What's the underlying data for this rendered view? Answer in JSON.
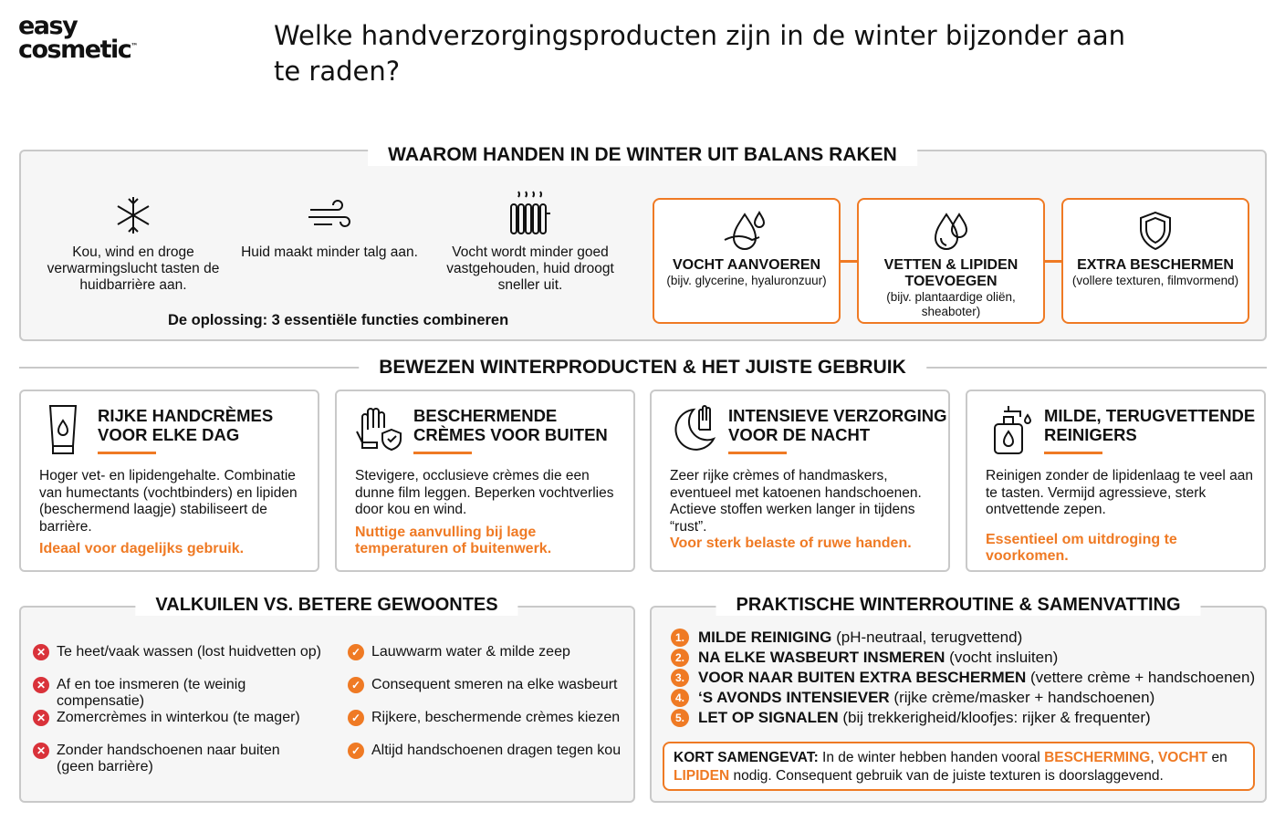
{
  "logo": {
    "line1": "easy",
    "line2": "cosmetic",
    "tm": "™"
  },
  "title": "Welke handverzorgingsproducten zijn in de winter bijzonder aan te raden?",
  "colors": {
    "accent": "#ef7a24",
    "bad": "#d9323a",
    "good": "#ef7a24",
    "border": "#c9c9c9"
  },
  "why": {
    "title": "WAAROM HANDEN IN DE WINTER UIT BALANS RAKEN",
    "causes": [
      {
        "icon": "snowflake-icon",
        "text": "Kou, wind en droge verwarmingslucht tasten de huidbarrière aan."
      },
      {
        "icon": "wind-icon",
        "text": "Huid maakt minder talg aan."
      },
      {
        "icon": "radiator-icon",
        "text": "Vocht wordt minder goed vastgehouden, huid droogt sneller uit."
      }
    ],
    "solution": "De oplossing: 3 essentiële functies combineren",
    "functions": [
      {
        "icon": "water-drop-arrow-icon",
        "title": "VOCHT AANVOEREN",
        "sub": "(bijv. glycerine, hyaluronzuur)"
      },
      {
        "icon": "oil-drops-icon",
        "title": "VETTEN & LIPIDEN TOEVOEGEN",
        "sub": "(bijv. plantaardige oliën, sheaboter)"
      },
      {
        "icon": "shield-icon",
        "title": "EXTRA BESCHERMEN",
        "sub": "(vollere texturen, filmvormend)"
      }
    ]
  },
  "products": {
    "title": "BEWEZEN WINTERPRODUCTEN & HET JUISTE GEBRUIK",
    "cards": [
      {
        "icon": "cream-tube-icon",
        "title": "RIJKE HANDCRÈMES VOOR ELKE DAG",
        "text": "Hoger vet- en lipidengehalte. Combinatie van humectants (vochtbinders) en lipiden (beschermend laagje) stabiliseert de barrière.",
        "highlight": "Ideaal voor dagelijks gebruik."
      },
      {
        "icon": "glove-shield-icon",
        "title": "BESCHERMENDE CRÈMES VOOR BUITEN",
        "text": "Stevigere, occlusieve crèmes die een dunne film leggen. Beperken vochtverlies door kou en wind.",
        "highlight": "Nuttige aanvulling bij lage temperaturen of buitenwerk."
      },
      {
        "icon": "moon-hand-icon",
        "title": "INTENSIEVE VERZORGING VOOR DE NACHT",
        "text": "Zeer rijke crèmes of handmaskers, eventueel met katoenen handschoenen. Actieve stoffen werken langer in tijdens “rust”.",
        "highlight": "Voor sterk belaste of ruwe handen."
      },
      {
        "icon": "soap-pump-icon",
        "title": "MILDE, TERUGVETTENDE REINIGERS",
        "text": "Reinigen zonder de lipidenlaag te veel aan te tasten. Vermijd agressieve, sterk ontvettende zepen.",
        "highlight": "Essentieel om uitdroging te voorkomen."
      }
    ]
  },
  "habits": {
    "title": "VALKUILEN VS. BETERE GEWOONTES",
    "bad": [
      "Te heet/vaak wassen (lost huidvetten op)",
      "Af en toe insmeren (te weinig compensatie)",
      "Zomercrèmes in winterkou (te mager)",
      "Zonder handschoenen naar buiten (geen barrière)"
    ],
    "good": [
      "Lauwwarm water & milde zeep",
      "Consequent smeren na elke wasbeurt",
      "Rijkere, beschermende crèmes kiezen",
      "Altijd handschoenen dragen tegen kou"
    ]
  },
  "routine": {
    "title": "PRAKTISCHE WINTERROUTINE & SAMENVATTING",
    "steps": [
      {
        "n": "1.",
        "bold": "MILDE REINIGING",
        "rest": " (pH-neutraal, terugvettend)"
      },
      {
        "n": "2.",
        "bold": "NA ELKE WASBEURT INSMEREN",
        "rest": " (vocht insluiten)"
      },
      {
        "n": "3.",
        "bold": "VOOR NAAR BUITEN EXTRA BESCHERMEN",
        "rest": " (vettere crème + handschoenen)"
      },
      {
        "n": "4.",
        "bold": "‘S AVONDS INTENSIEVER",
        "rest": " (rijke crème/masker + handschoenen)"
      },
      {
        "n": "5.",
        "bold": "LET OP SIGNALEN",
        "rest": " (bij trekkerigheid/kloofjes: rijker & frequenter)"
      }
    ],
    "summary": {
      "label": "KORT SAMENGEVAT:",
      "t1": " In de winter hebben handen vooral ",
      "k1": "BESCHERMING",
      "t2": ", ",
      "k2": "VOCHT",
      "t3": " en ",
      "k3": "LIPIDEN",
      "t4": " nodig. Consequent gebruik van de juiste texturen is doorslaggevend."
    }
  }
}
